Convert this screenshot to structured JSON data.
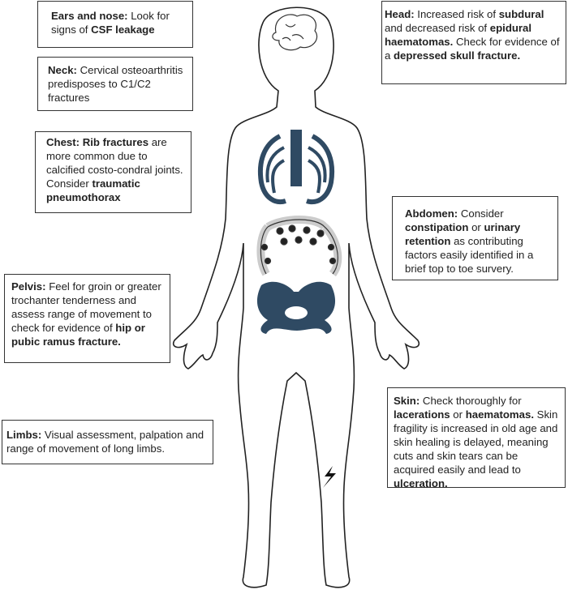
{
  "boxes": {
    "ears": [
      {
        "t": "Ears and nose:",
        "b": true
      },
      {
        "t": " Look for signs of ",
        "b": false
      },
      {
        "t": "CSF leakage",
        "b": true
      }
    ],
    "neck": [
      {
        "t": "Neck:",
        "b": true
      },
      {
        "t": " Cervical osteoarthritis predisposes to C1/C2 fractures",
        "b": false
      }
    ],
    "chest": [
      {
        "t": "Chest: Rib fractures",
        "b": true
      },
      {
        "t": " are more common due to calcified costo-condral joints.",
        "b": false
      },
      {
        "t": "\n",
        "b": false
      },
      {
        "t": "Consider ",
        "b": false
      },
      {
        "t": "traumatic pneumothorax",
        "b": true
      }
    ],
    "head": [
      {
        "t": "Head:",
        "b": true
      },
      {
        "t": " Increased risk of ",
        "b": false
      },
      {
        "t": "subdural",
        "b": true
      },
      {
        "t": " and decreased risk of ",
        "b": false
      },
      {
        "t": "epidural haematomas.",
        "b": true
      },
      {
        "t": " Check for evidence of a ",
        "b": false
      },
      {
        "t": "depressed skull fracture.",
        "b": true
      }
    ],
    "abdomen": [
      {
        "t": "Abdomen:",
        "b": true
      },
      {
        "t": " Consider ",
        "b": false
      },
      {
        "t": "constipation",
        "b": true
      },
      {
        "t": " or ",
        "b": false
      },
      {
        "t": "urinary retention",
        "b": true
      },
      {
        "t": " as contributing factors easily identified in a brief top to toe survery.",
        "b": false
      }
    ],
    "pelvis": [
      {
        "t": "Pelvis:",
        "b": true
      },
      {
        "t": " Feel for groin or greater trochanter tenderness and assess range of movement to check for evidence of ",
        "b": false
      },
      {
        "t": "hip or pubic ramus fracture.",
        "b": true
      }
    ],
    "limbs": [
      {
        "t": "Limbs:",
        "b": true
      },
      {
        "t": " Visual assessment, palpation and range of movement of long limbs.",
        "b": false
      }
    ],
    "skin": [
      {
        "t": "Skin:",
        "b": true
      },
      {
        "t": " Check thoroughly for ",
        "b": false
      },
      {
        "t": "lacerations",
        "b": true
      },
      {
        "t": " or ",
        "b": false
      },
      {
        "t": "haematomas.",
        "b": true
      },
      {
        "t": " Skin fragility is increased in old age and skin healing is delayed, meaning cuts and skin tears can be acquired easily and lead to ",
        "b": false
      },
      {
        "t": "ulceration.",
        "b": true
      }
    ]
  },
  "colors": {
    "organ": "#2f4a63",
    "outline": "#222222"
  }
}
